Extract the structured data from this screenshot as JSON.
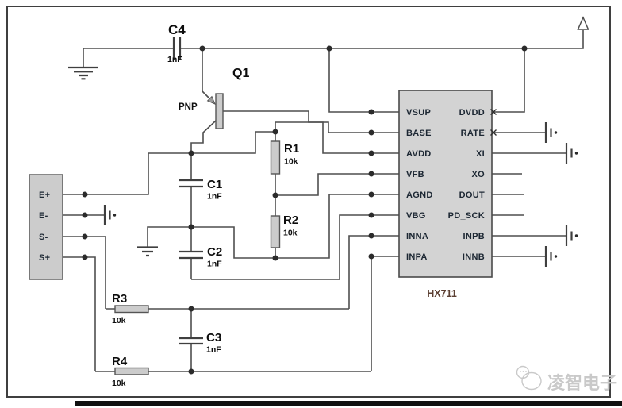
{
  "schematic": {
    "ic": {
      "name": "HX711",
      "left_pins": [
        "VSUP",
        "BASE",
        "AVDD",
        "VFB",
        "AGND",
        "VBG",
        "INNA",
        "INPA"
      ],
      "right_pins": [
        "DVDD",
        "RATE",
        "XI",
        "XO",
        "DOUT",
        "PD_SCK",
        "INPB",
        "INNB"
      ]
    },
    "transistor": {
      "ref": "Q1",
      "type": "PNP"
    },
    "capacitors": [
      {
        "ref": "C4",
        "value": "1nF"
      },
      {
        "ref": "C1",
        "value": "1nF"
      },
      {
        "ref": "C2",
        "value": "1nF"
      },
      {
        "ref": "C3",
        "value": "1nF"
      }
    ],
    "resistors": [
      {
        "ref": "R1",
        "value": "10k"
      },
      {
        "ref": "R2",
        "value": "10k"
      },
      {
        "ref": "R3",
        "value": "10k"
      },
      {
        "ref": "R4",
        "value": "10k"
      }
    ],
    "connector_pins": [
      "E+",
      "E-",
      "S-",
      "S+"
    ],
    "watermark": "凌智电子",
    "colors": {
      "wire": "#4f4f4f",
      "component_fill": "#cccccc",
      "ic_fill": "#d3d3d3",
      "ic_label": "#5c4033",
      "pin_text": "#1c2733",
      "watermark": "#c9c9c9"
    }
  }
}
